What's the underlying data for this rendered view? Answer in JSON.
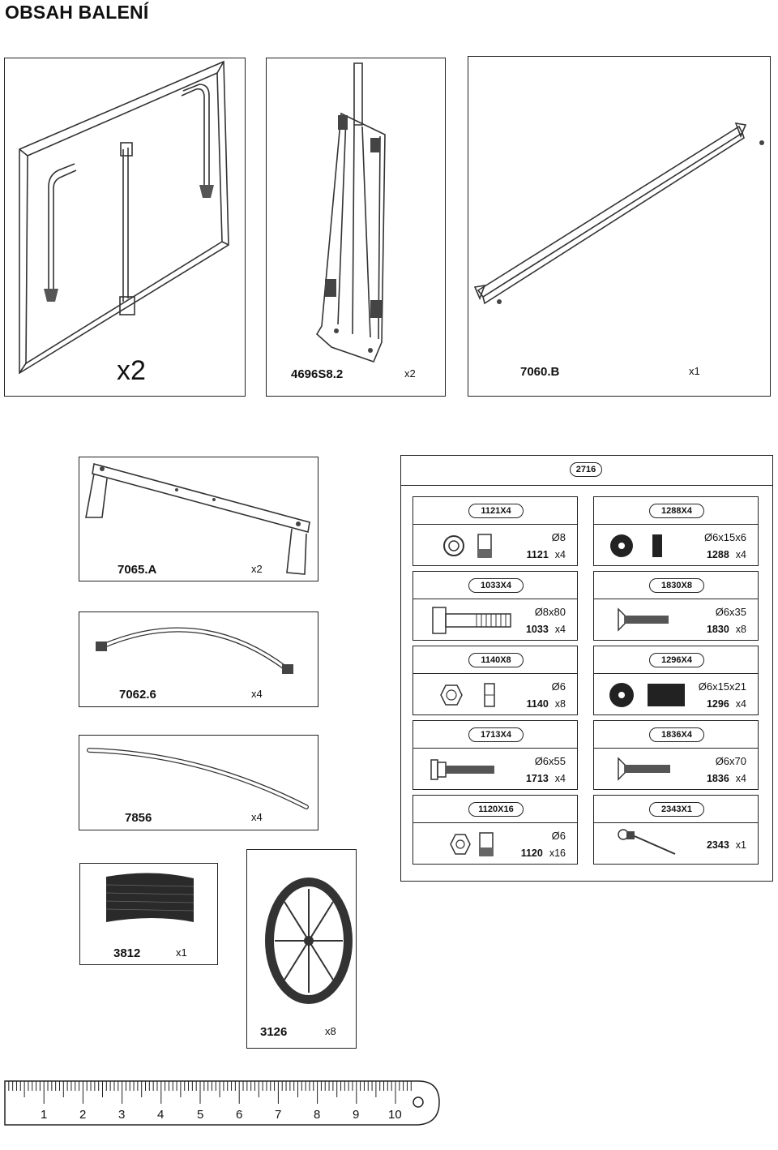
{
  "title": "OBSAH BALENÍ",
  "parts": {
    "frame": {
      "qty": "x2"
    },
    "leg": {
      "code": "4696S8.2",
      "qty": "x2"
    },
    "bar": {
      "code": "7060.B",
      "qty": "x1"
    },
    "crossbar": {
      "code": "7065.A",
      "qty": "x2"
    },
    "tube_bent": {
      "code": "7062.6",
      "qty": "x4"
    },
    "tube_long": {
      "code": "7856",
      "qty": "x4"
    },
    "net": {
      "code": "3812",
      "qty": "x1"
    },
    "wheel": {
      "code": "3126",
      "qty": "x8"
    }
  },
  "kit": {
    "label": "2716",
    "items": [
      {
        "tag": "1121X4",
        "dim": "Ø8",
        "code": "1121",
        "qty": "x4",
        "icon": "nut-washer-icon"
      },
      {
        "tag": "1288X4",
        "dim": "Ø6x15x6",
        "code": "1288",
        "qty": "x4",
        "icon": "spacer-icon"
      },
      {
        "tag": "1033X4",
        "dim": "Ø8x80",
        "code": "1033",
        "qty": "x4",
        "icon": "hex-bolt-icon"
      },
      {
        "tag": "1830X8",
        "dim": "Ø6x35",
        "code": "1830",
        "qty": "x8",
        "icon": "countersunk-screw-icon"
      },
      {
        "tag": "1140X8",
        "dim": "Ø6",
        "code": "1140",
        "qty": "x8",
        "icon": "hex-nut-icon"
      },
      {
        "tag": "1296X4",
        "dim": "Ø6x15x21",
        "code": "1296",
        "qty": "x4",
        "icon": "spacer-icon"
      },
      {
        "tag": "1713X4",
        "dim": "Ø6x55",
        "code": "1713",
        "qty": "x4",
        "icon": "flange-bolt-icon"
      },
      {
        "tag": "1836X4",
        "dim": "Ø6x70",
        "code": "1836",
        "qty": "x4",
        "icon": "countersunk-screw-icon"
      },
      {
        "tag": "1120X16",
        "dim": "Ø6",
        "code": "1120",
        "qty": "x16",
        "icon": "nut-washer-icon"
      },
      {
        "tag": "2343X1",
        "dim": "",
        "code": "2343",
        "qty": "x1",
        "icon": "rivet-icon"
      }
    ]
  },
  "ruler": {
    "numbers": [
      "1",
      "2",
      "3",
      "4",
      "5",
      "6",
      "7",
      "8",
      "9",
      "10"
    ]
  }
}
